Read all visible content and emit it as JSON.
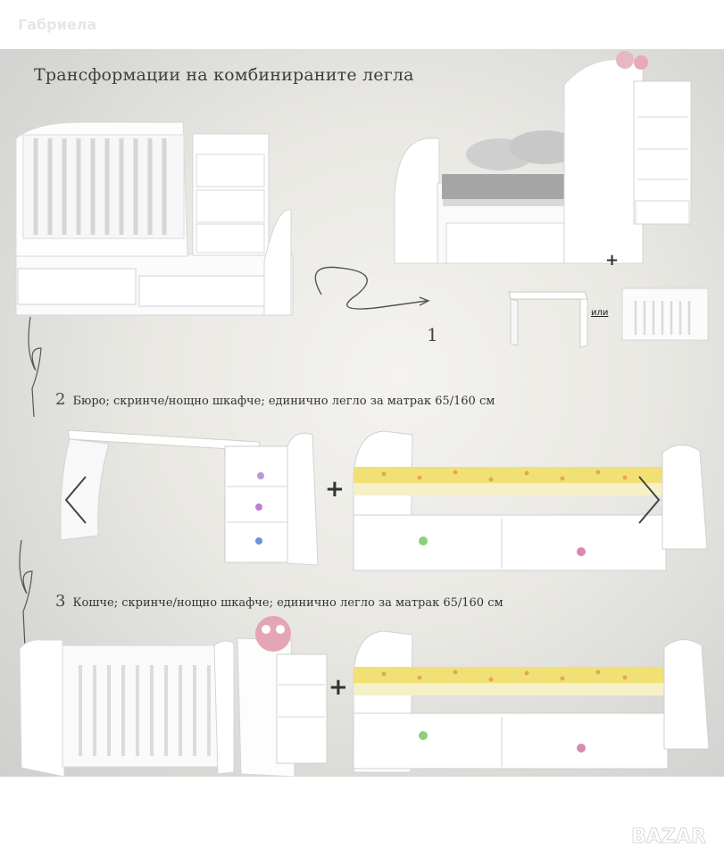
{
  "seller": {
    "name": "Габриела"
  },
  "header": {
    "title": "Трансформации на комбинираните легла"
  },
  "steps": {
    "step1_number": "1",
    "or_label": "или",
    "step2_number": "2",
    "step2_text": "Бюро; скринче/нощно шкафче; единично легло за матрак 65/160 см",
    "step3_number": "3",
    "step3_text": "Кошче; скринче/нощно шкафче; единично легло за матрак 65/160 см",
    "plus": "+"
  },
  "watermark": {
    "text": "BAZAR"
  },
  "icons": {
    "prev": "chevron-left-icon",
    "next": "chevron-right-icon"
  },
  "colors": {
    "background": "#e9e8e3",
    "furniture": "#ffffff",
    "mattress_grey": "#9a9a9a",
    "mattress_yellow": "#f3e27a",
    "text": "#3f3f3f"
  }
}
